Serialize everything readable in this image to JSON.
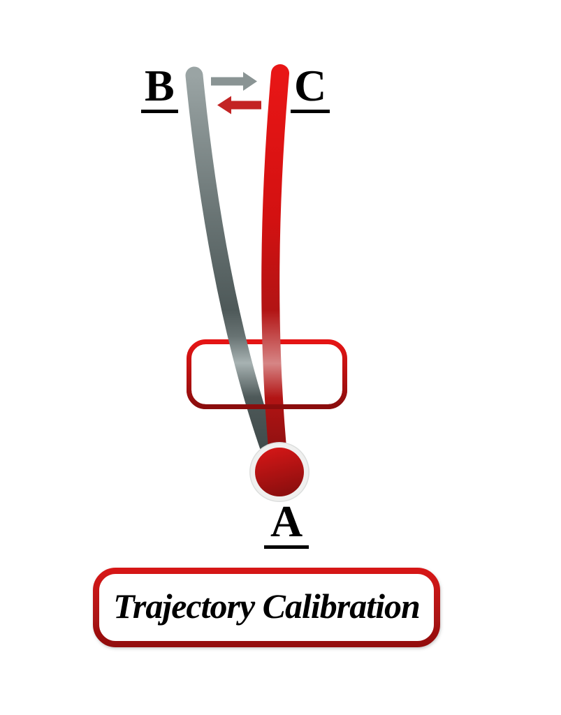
{
  "diagram": {
    "title": "Trajectory Calibration",
    "labels": {
      "origin": "A",
      "gray_trajectory": "B",
      "red_trajectory": "C"
    },
    "icons": {
      "right_arrow": "right-arrow-icon",
      "left_arrow": "left-arrow-icon"
    },
    "colors": {
      "background": "#ffffff",
      "label_text": "#000000",
      "arrow_gray": "#8a9494",
      "arrow_red": "#c32424",
      "gray_line": {
        "top": "#9aa4a4",
        "mid": "#687373",
        "dark": "#4e5959",
        "highlight": "#a7b2b2",
        "bottom": "#3f4a4a"
      },
      "red_line": {
        "top": "#e81616",
        "mid": "#d31111",
        "dark": "#b21414",
        "highlight": "#d68585",
        "bottom": "#8c1010"
      },
      "zone_box_border": {
        "top": "#e51414",
        "bottom": "#8a0d0d"
      },
      "title_box_border": {
        "top": "#d61616",
        "bottom": "#931010"
      },
      "origin_point": {
        "top": "#d91717",
        "bottom": "#8f0f0f",
        "ring": "#f0f0ef",
        "ring_edge": "#dcdedd"
      }
    }
  }
}
